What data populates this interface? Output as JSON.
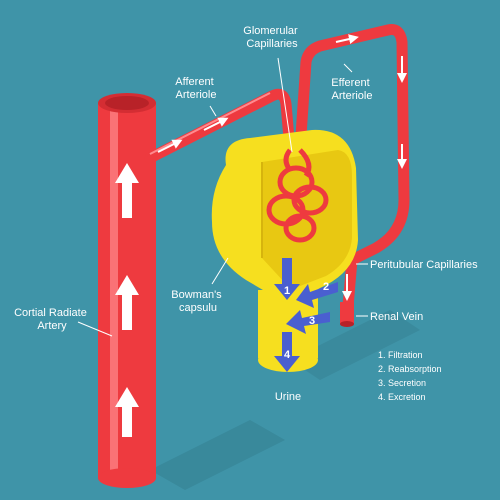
{
  "labels": {
    "glomerular_line1": "Glomerular",
    "glomerular_line2": "Capillaries",
    "afferent_line1": "Afferent",
    "afferent_line2": "Arteriole",
    "efferent_line1": "Efferent",
    "efferent_line2": "Arteriole",
    "peritubular": "Peritubular Capillaries",
    "bowman_line1": "Bowman's",
    "bowman_line2": "capsulu",
    "renal_vein": "Renal Vein",
    "artery_line1": "Cortial Radiate",
    "artery_line2": "Artery",
    "urine": "Urine"
  },
  "steps": [
    "1",
    "2",
    "3",
    "4"
  ],
  "legend": [
    "1. Filtration",
    "2. Reabsorption",
    "3. Secretion",
    "4. Excretion"
  ],
  "colors": {
    "background": "#3f94a8",
    "vessel": "#ee3a3f",
    "vessel_highlight": "#ff8a8e",
    "capsule": "#f6df1f",
    "capsule_inner": "#e8c812",
    "process_arrow": "#4a5fd0",
    "shadow": "#357f90"
  }
}
